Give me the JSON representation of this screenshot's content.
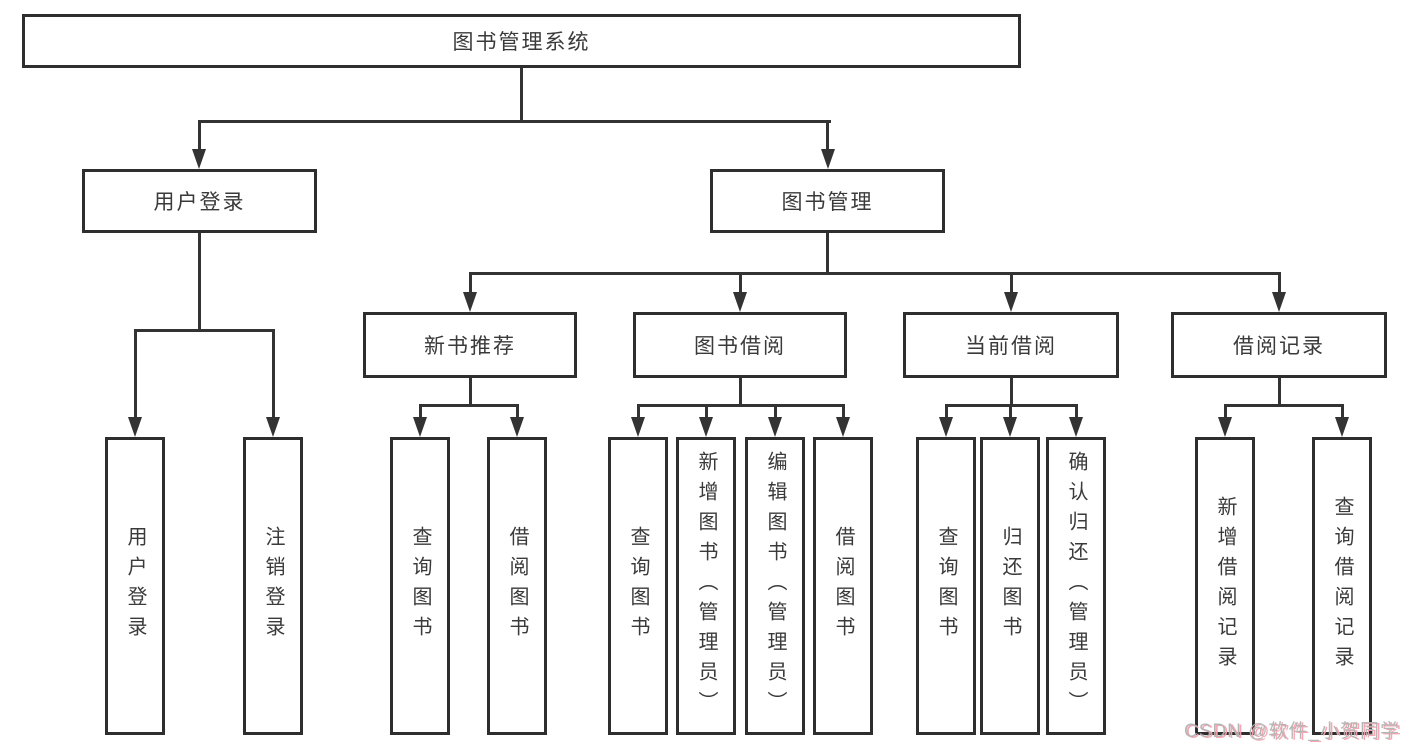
{
  "nodes": {
    "root": "图书管理系统",
    "level2": [
      "用户登录",
      "图书管理"
    ],
    "level3": [
      "新书推荐",
      "图书借阅",
      "当前借阅",
      "借阅记录"
    ],
    "leaves": [
      "用户登录",
      "注销登录",
      "查询图书",
      "借阅图书",
      "查询图书",
      "新增图书（管理员）",
      "编辑图书（管理员）",
      "借阅图书",
      "查询图书",
      "归还图书",
      "确认归还（管理员）",
      "新增借阅记录",
      "查询借阅记录"
    ]
  },
  "watermark": "CSDN @软件_小贺同学",
  "colors": {
    "line": "#333333",
    "box_border": "#2e2e2e",
    "text": "#3a3a3a",
    "background": "#ffffff",
    "watermark_gray": "#b3b3b3",
    "watermark_pink": "#f8a2ae"
  }
}
